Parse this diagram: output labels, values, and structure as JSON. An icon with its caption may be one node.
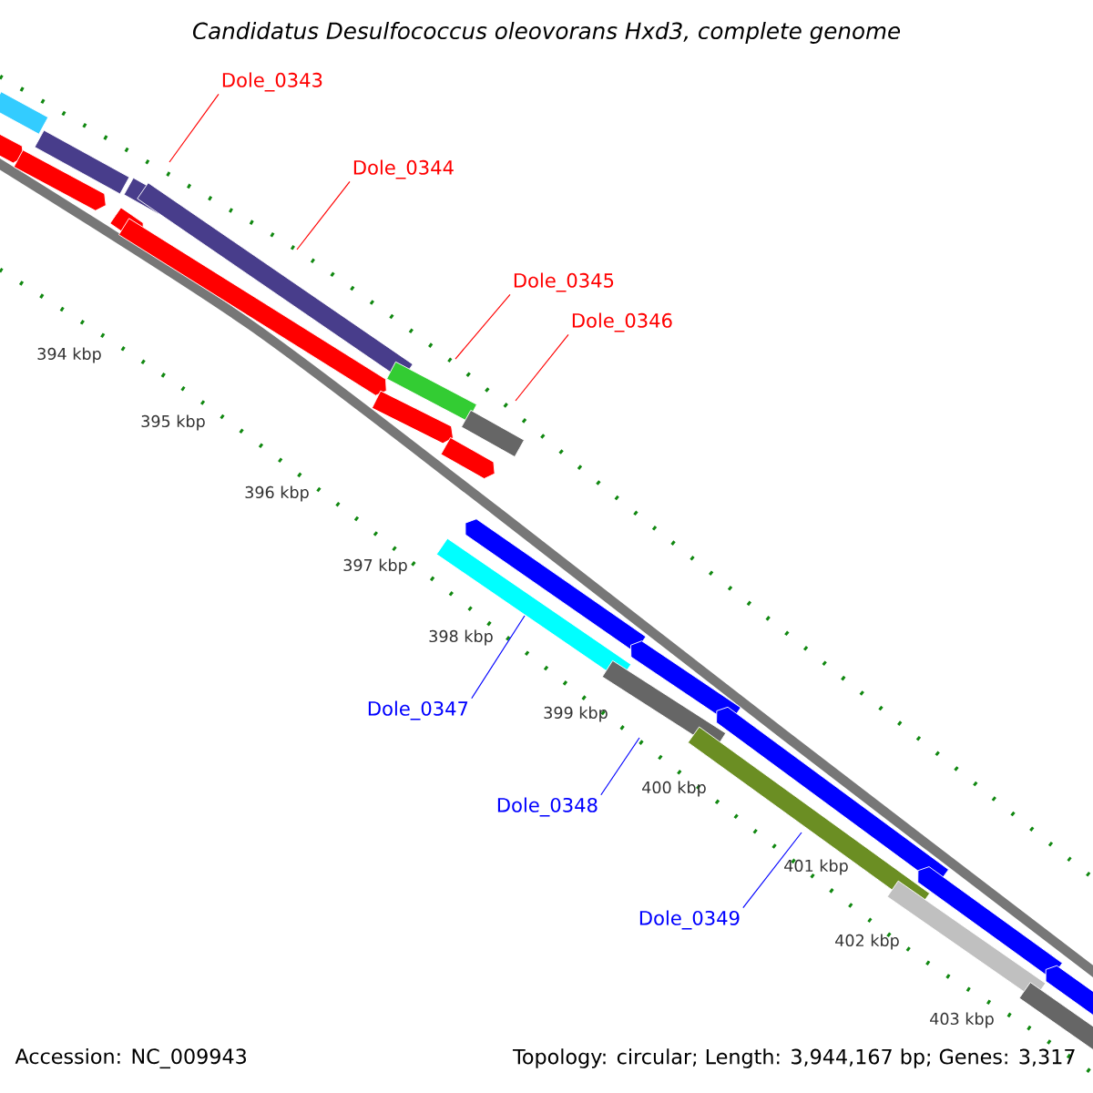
{
  "diagram": {
    "title": "Candidatus Desulfococcus oleovorans Hxd3, complete genome",
    "nodes": [
      {
        "text": [
          "Dole_0343"
        ]
      },
      {
        "text": [
          "Dole_0344"
        ]
      },
      {
        "text": [
          "Dole_0345"
        ]
      },
      {
        "text": [
          "Dole_0346"
        ]
      },
      {
        "text": [
          "Dole_0347"
        ]
      },
      {
        "text": [
          "Dole_0348"
        ]
      },
      {
        "text": [
          "Dole_0349"
        ]
      }
    ],
    "edges": [
      {
        "from": 0,
        "to": null,
        "arrow": "none"
      },
      {
        "from": 1,
        "to": null,
        "arrow": "none"
      },
      {
        "from": 2,
        "to": null,
        "arrow": "none"
      },
      {
        "from": 3,
        "to": null,
        "arrow": "none"
      },
      {
        "from": 4,
        "to": null,
        "arrow": "none",
        "color": "#0000ff"
      },
      {
        "from": 5,
        "to": null,
        "arrow": "none",
        "color": "#0000ff"
      },
      {
        "from": 6,
        "to": null,
        "arrow": "none",
        "color": "#0000ff"
      }
    ],
    "labels": [
      "394 kbp",
      "395 kbp",
      "396 kbp",
      "397 kbp",
      "398 kbp",
      "399 kbp",
      "400 kbp",
      "401 kbp",
      "402 kbp",
      "403 kbp",
      "Accession: NC_009943",
      "Topology: circular; Length: 3,944,167 bp; Genes: 3,317"
    ]
  }
}
